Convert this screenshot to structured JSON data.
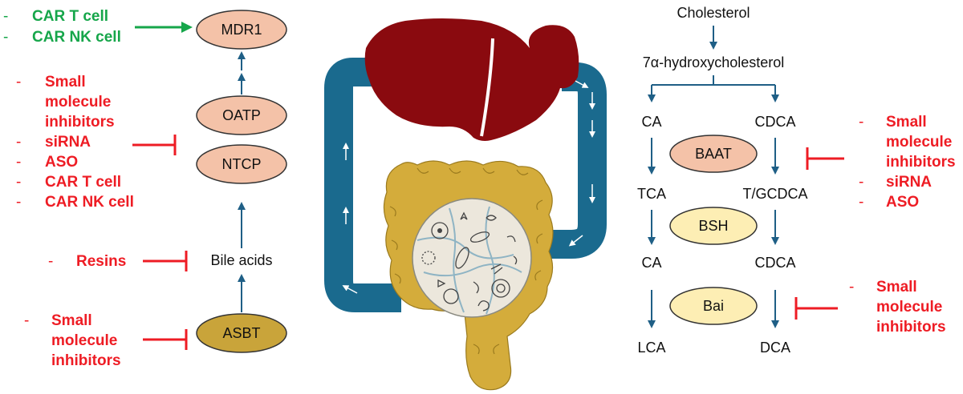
{
  "colors": {
    "red": "#ee1c24",
    "green": "#16a64a",
    "arrow_blue": "#1f5f86",
    "loop_blue": "#1a6a8e",
    "salmon": "#f4c2a8",
    "cream": "#fdeeb4",
    "olive": "#c9a43a",
    "liver": "#8a0a0f",
    "intestine": "#d4ac3b"
  },
  "left": {
    "nodes": {
      "mdr1": "MDR1",
      "oatp": "OATP",
      "ntcp": "NTCP",
      "bile_acids": "Bile acids",
      "asbt": "ASBT"
    },
    "therapies_mdr1": [
      {
        "dash": "-",
        "lines": [
          "CAR T cell"
        ]
      },
      {
        "dash": "-",
        "lines": [
          "CAR NK cell"
        ]
      }
    ],
    "therapies_ntcp": [
      {
        "dash": "-",
        "lines": [
          "Small",
          "molecule",
          "inhibitors"
        ]
      },
      {
        "dash": "-",
        "lines": [
          "siRNA"
        ]
      },
      {
        "dash": "-",
        "lines": [
          "ASO"
        ]
      },
      {
        "dash": "-",
        "lines": [
          "CAR T cell"
        ]
      },
      {
        "dash": "-",
        "lines": [
          "CAR NK cell"
        ]
      }
    ],
    "therapies_bile": [
      {
        "dash": "-",
        "lines": [
          "Resins"
        ]
      }
    ],
    "therapies_asbt": [
      {
        "dash": "-",
        "lines": [
          "Small",
          "molecule",
          "inhibitors"
        ]
      }
    ]
  },
  "center": {
    "icons": [
      "liver-icon",
      "intestine-icon",
      "gut-microbiota-icon",
      "enterohepatic-loop-icon"
    ]
  },
  "right": {
    "cholesterol": "Cholesterol",
    "hydroxy": "7α-hydroxycholesterol",
    "ca1": "CA",
    "cdca1": "CDCA",
    "baat": "BAAT",
    "tca": "TCA",
    "tgcdca": "T/GCDCA",
    "bsh": "BSH",
    "ca2": "CA",
    "cdca2": "CDCA",
    "bai": "Bai",
    "lca": "LCA",
    "dca": "DCA",
    "therapies_baat": [
      {
        "dash": "-",
        "lines": [
          "Small",
          "molecule",
          "inhibitors"
        ]
      },
      {
        "dash": "-",
        "lines": [
          "siRNA"
        ]
      },
      {
        "dash": "-",
        "lines": [
          "ASO"
        ]
      }
    ],
    "therapies_bai": [
      {
        "dash": "-",
        "lines": [
          "Small",
          "molecule",
          "inhibitors"
        ]
      }
    ]
  }
}
